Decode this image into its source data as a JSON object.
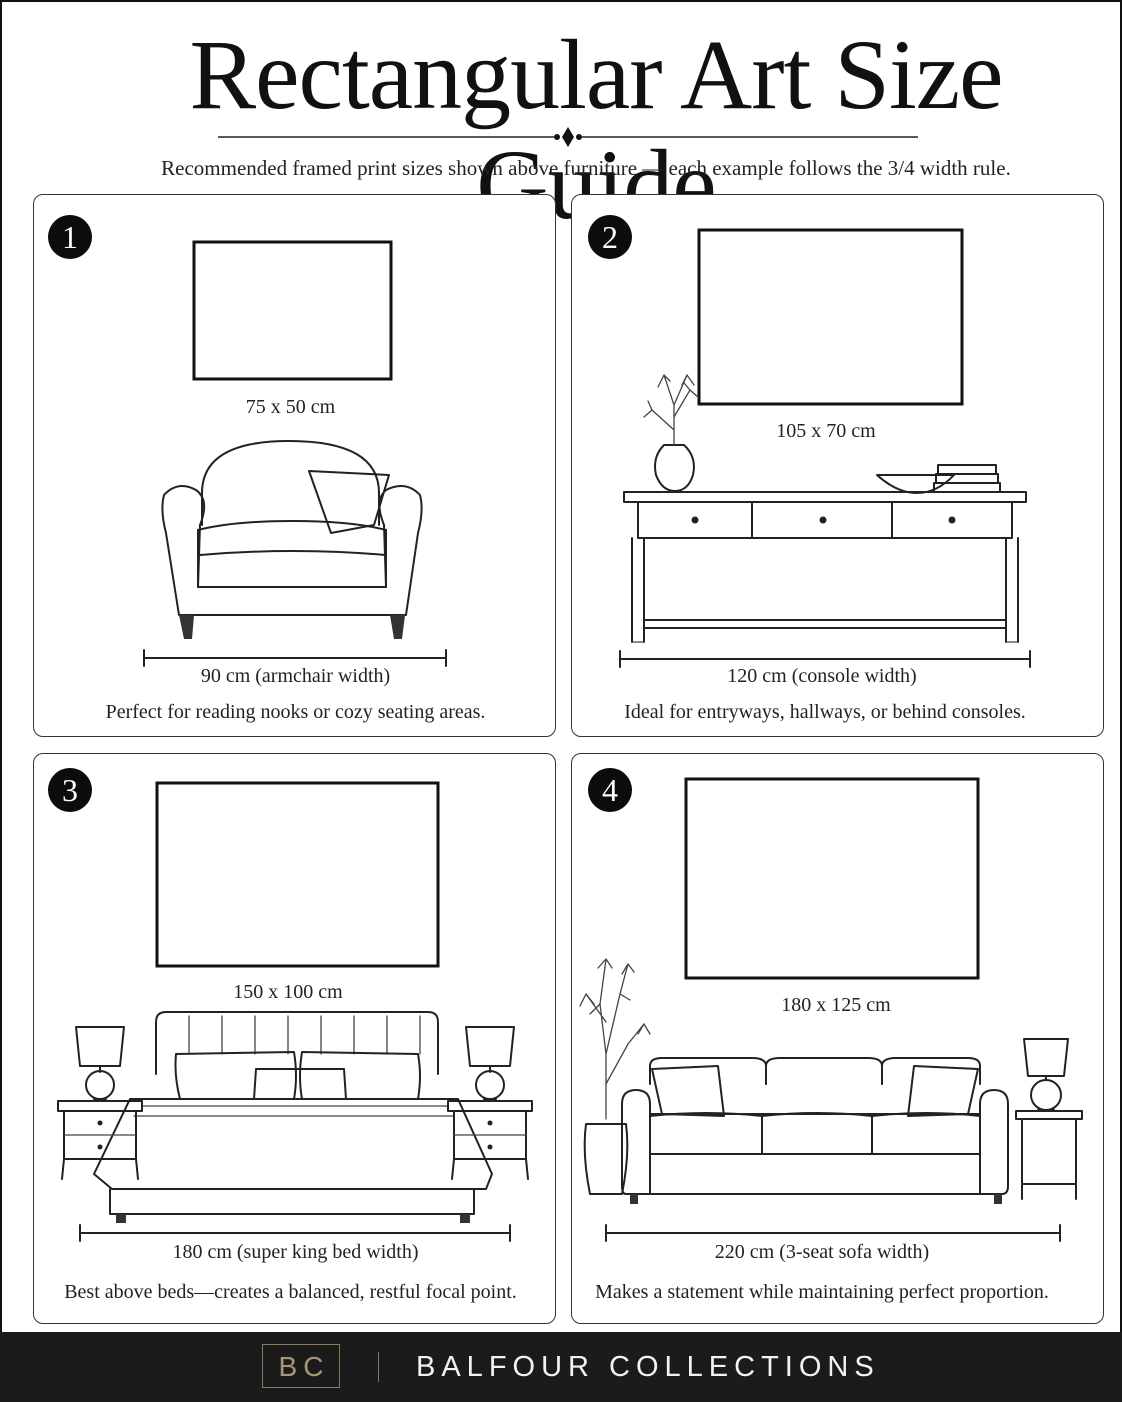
{
  "title": "Rectangular Art Size Guide",
  "subtitle": "Recommended framed print sizes shown above furniture — each example follows the 3/4 width rule.",
  "panels": [
    {
      "number": "1",
      "print_size": "75 x 50 cm",
      "furniture_width": "90 cm (armchair width)",
      "caption": "Perfect for reading nooks or cozy seating areas.",
      "furniture": "armchair"
    },
    {
      "number": "2",
      "print_size": "105 x 70 cm",
      "furniture_width": "120 cm (console width)",
      "caption": "Ideal for entryways, hallways, or behind consoles.",
      "furniture": "console-table"
    },
    {
      "number": "3",
      "print_size": "150 x 100 cm",
      "furniture_width": "180 cm (super king bed width)",
      "caption": "Best above beds—creates a balanced, restful focal point.",
      "furniture": "bed"
    },
    {
      "number": "4",
      "print_size": "180 x 125 cm",
      "furniture_width": "220 cm (3-seat sofa width)",
      "caption": "Makes a statement while maintaining perfect proportion.",
      "furniture": "sofa"
    }
  ],
  "footer": {
    "logo_text": "BC",
    "brand_name": "BALFOUR COLLECTIONS"
  },
  "colors": {
    "ink": "#111111",
    "footer_bg": "#1b1b1b",
    "logo_gold": "#a59677",
    "background": "#ffffff"
  }
}
